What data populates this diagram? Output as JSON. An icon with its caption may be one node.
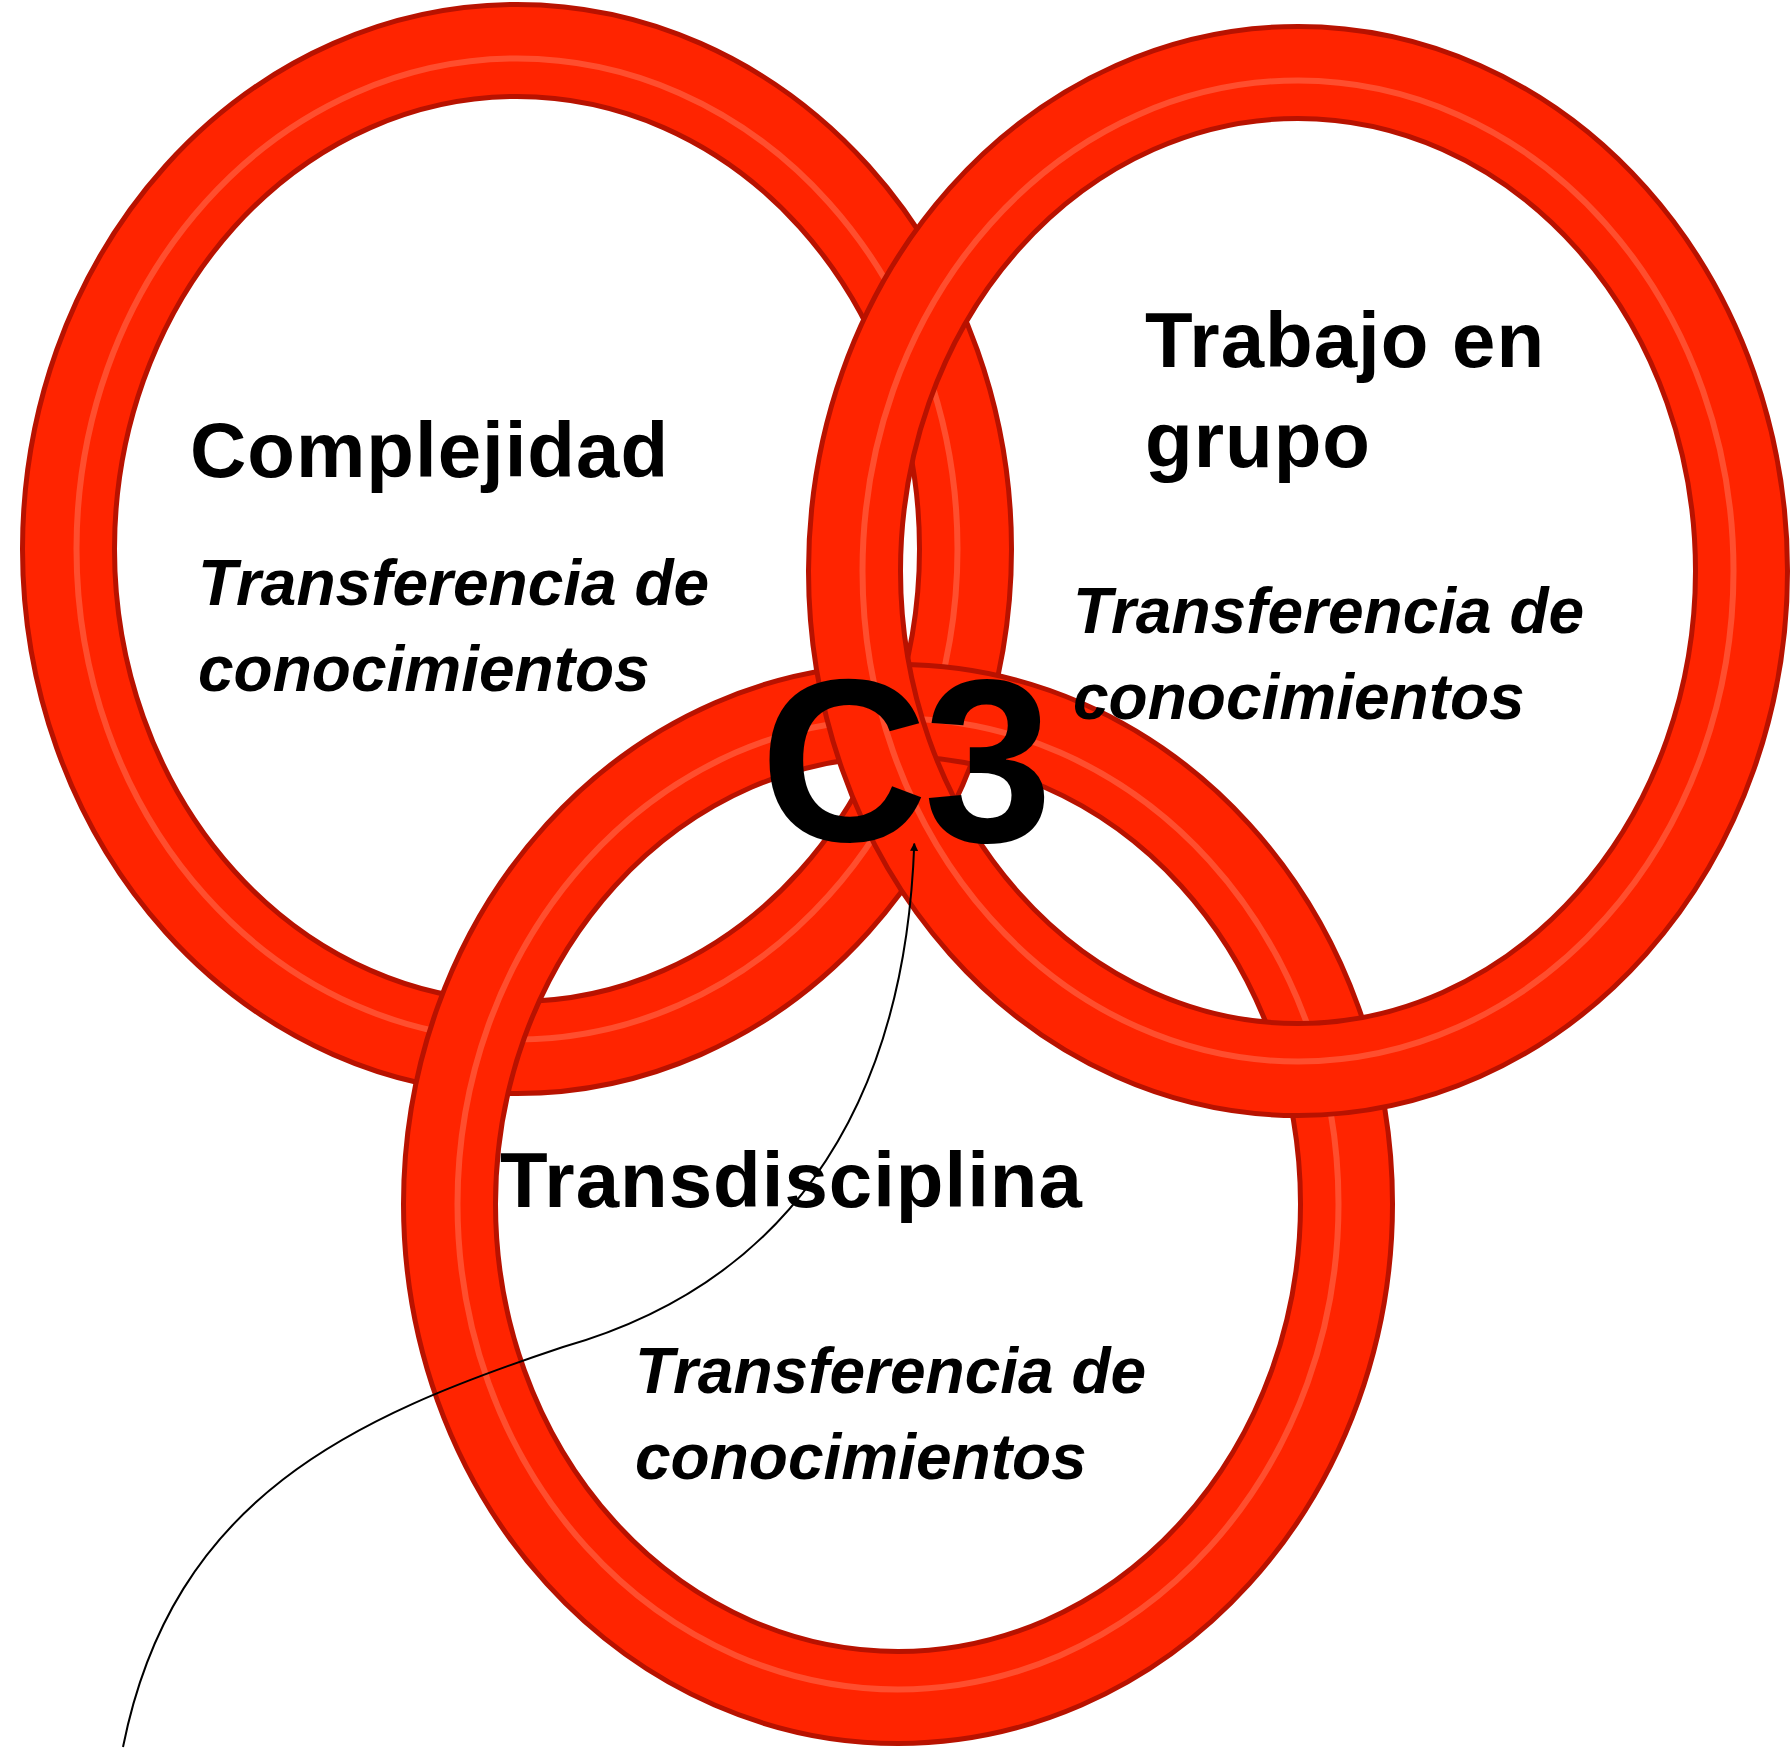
{
  "diagram": {
    "nodes": [
      {
        "text": [
          "Complejidad",
          "Transferencia de conocimientos"
        ]
      },
      {
        "text": [
          "Trabajo en grupo",
          "Transferencia de conocimientos"
        ]
      },
      {
        "text": [
          "C3"
        ]
      },
      {
        "text": [
          "Transdisciplina",
          "Transferencia de conocimientos"
        ]
      }
    ],
    "edges": [
      {
        "from": null,
        "to": 2,
        "arrow": "to"
      }
    ]
  }
}
